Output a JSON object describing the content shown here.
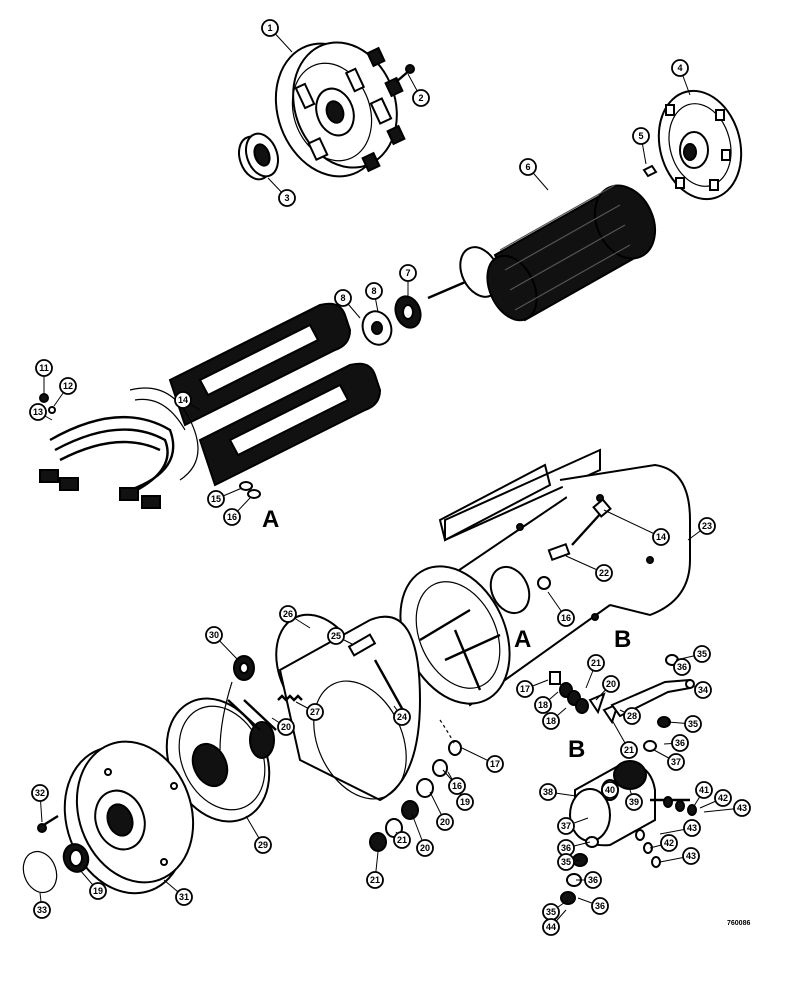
{
  "figure": {
    "drawing_code": "760086",
    "reference_letters": [
      "A",
      "B"
    ],
    "callouts": [
      {
        "id": "c1",
        "label": "1"
      },
      {
        "id": "c2",
        "label": "2"
      },
      {
        "id": "c3",
        "label": "3"
      },
      {
        "id": "c4",
        "label": "4"
      },
      {
        "id": "c5",
        "label": "5"
      },
      {
        "id": "c6",
        "label": "6"
      },
      {
        "id": "c7",
        "label": "7"
      },
      {
        "id": "c8a",
        "label": "8"
      },
      {
        "id": "c8b",
        "label": "8"
      },
      {
        "id": "c11",
        "label": "11"
      },
      {
        "id": "c12",
        "label": "12"
      },
      {
        "id": "c13",
        "label": "13"
      },
      {
        "id": "c14a",
        "label": "14"
      },
      {
        "id": "c15",
        "label": "15"
      },
      {
        "id": "c16a",
        "label": "16"
      },
      {
        "id": "c14b",
        "label": "14"
      },
      {
        "id": "c23",
        "label": "23"
      },
      {
        "id": "c22",
        "label": "22"
      },
      {
        "id": "c16b",
        "label": "16"
      },
      {
        "id": "c26",
        "label": "26"
      },
      {
        "id": "c25",
        "label": "25"
      },
      {
        "id": "c30",
        "label": "30"
      },
      {
        "id": "c27",
        "label": "27"
      },
      {
        "id": "c24",
        "label": "24"
      },
      {
        "id": "c20a",
        "label": "20"
      },
      {
        "id": "c29",
        "label": "29"
      },
      {
        "id": "c32",
        "label": "32"
      },
      {
        "id": "c31",
        "label": "31"
      },
      {
        "id": "c33",
        "label": "33"
      },
      {
        "id": "c19a",
        "label": "19"
      },
      {
        "id": "c17a",
        "label": "17"
      },
      {
        "id": "c17b",
        "label": "17"
      },
      {
        "id": "c18a",
        "label": "18"
      },
      {
        "id": "c19b",
        "label": "19"
      },
      {
        "id": "c20b",
        "label": "20"
      },
      {
        "id": "c20c",
        "label": "20"
      },
      {
        "id": "c21a",
        "label": "21"
      },
      {
        "id": "c21b",
        "label": "21"
      },
      {
        "id": "c21c",
        "label": "21"
      },
      {
        "id": "c16c",
        "label": "16"
      },
      {
        "id": "c18b",
        "label": "18"
      },
      {
        "id": "c20d",
        "label": "20"
      },
      {
        "id": "c28",
        "label": "28"
      },
      {
        "id": "c21d",
        "label": "21"
      },
      {
        "id": "c35a",
        "label": "35"
      },
      {
        "id": "c36a",
        "label": "36"
      },
      {
        "id": "c34",
        "label": "34"
      },
      {
        "id": "c35b",
        "label": "35"
      },
      {
        "id": "c36b",
        "label": "36"
      },
      {
        "id": "c37a",
        "label": "37"
      },
      {
        "id": "c38",
        "label": "38"
      },
      {
        "id": "c40",
        "label": "40"
      },
      {
        "id": "c39",
        "label": "39"
      },
      {
        "id": "c41",
        "label": "41"
      },
      {
        "id": "c42a",
        "label": "42"
      },
      {
        "id": "c43a",
        "label": "43"
      },
      {
        "id": "c37b",
        "label": "37"
      },
      {
        "id": "c36c",
        "label": "36"
      },
      {
        "id": "c43b",
        "label": "43"
      },
      {
        "id": "c42b",
        "label": "42"
      },
      {
        "id": "c43c",
        "label": "43"
      },
      {
        "id": "c35c",
        "label": "35"
      },
      {
        "id": "c36d",
        "label": "36"
      },
      {
        "id": "c36e",
        "label": "36"
      },
      {
        "id": "c35d",
        "label": "35"
      },
      {
        "id": "c44",
        "label": "44"
      }
    ]
  }
}
